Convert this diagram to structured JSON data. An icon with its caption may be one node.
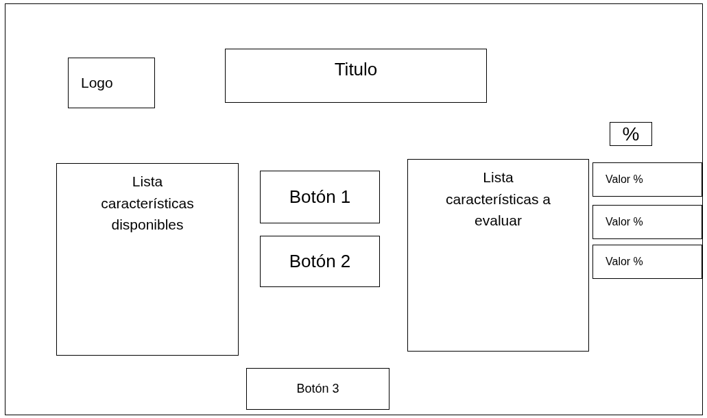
{
  "diagram": {
    "nodes": [
      {
        "text": [],
        "shape": "box"
      },
      {
        "text": [
          "Logo"
        ],
        "in": 0
      },
      {
        "text": [
          "Titulo"
        ],
        "in": 0
      },
      {
        "text": [
          "%"
        ],
        "in": 0
      },
      {
        "text": [
          "Lista características disponibles"
        ],
        "in": 0
      },
      {
        "text": [
          "Botón 1"
        ],
        "in": 0
      },
      {
        "text": [
          "Botón 2"
        ],
        "in": 0
      },
      {
        "text": [
          "Lista características a evaluar"
        ],
        "in": 0
      },
      {
        "text": [
          "Valor %"
        ],
        "in": 0
      },
      {
        "text": [
          "Valor %"
        ],
        "in": 0
      },
      {
        "text": [
          "Valor %"
        ],
        "in": 0
      },
      {
        "text": [
          "Botón 3"
        ],
        "in": 0
      }
    ]
  }
}
